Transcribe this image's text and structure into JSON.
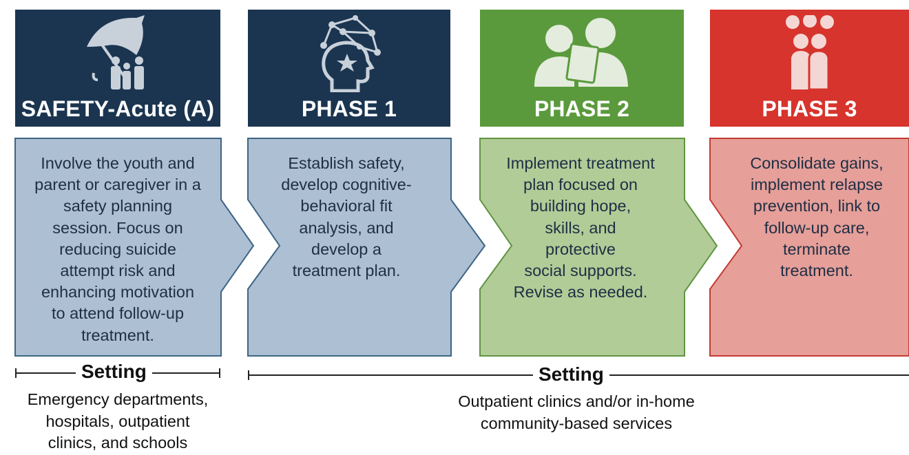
{
  "stages": [
    {
      "title": "SAFETY-Acute (A)",
      "icon": "umbrella-family-icon",
      "header_color": "#1b3550",
      "body_fill": "#adbfd3",
      "body_stroke": "#3d6483",
      "text": [
        "Involve the youth and",
        "parent or caregiver in a",
        "safety planning",
        "session.  Focus on",
        "reducing suicide",
        "attempt risk and",
        "enhancing motivation",
        "to attend follow-up",
        "treatment."
      ]
    },
    {
      "title": "PHASE 1",
      "icon": "brain-network-icon",
      "header_color": "#1b3550",
      "body_fill": "#adbfd3",
      "body_stroke": "#3d6483",
      "text": [
        "Establish safety,",
        "develop cognitive-",
        "behavioral fit",
        "analysis, and",
        "develop a",
        "treatment plan."
      ]
    },
    {
      "title": "PHASE 2",
      "icon": "consultation-people-icon",
      "header_color": "#5a9a3c",
      "body_fill": "#b1cc97",
      "body_stroke": "#5f9441",
      "text": [
        "Implement treatment",
        "plan focused on",
        "building hope,",
        "skills, and",
        "protective",
        "social supports.",
        "Revise as needed."
      ]
    },
    {
      "title": "PHASE 3",
      "icon": "people-group-icon",
      "header_color": "#d6342d",
      "body_fill": "#e69f99",
      "body_stroke": "#c33a33",
      "text": [
        "Consolidate gains,",
        "implement relapse",
        "prevention, link to",
        "follow-up care,",
        "terminate",
        "treatment."
      ]
    }
  ],
  "settings": [
    {
      "heading": "Setting",
      "description": [
        "Emergency departments,",
        "hospitals, outpatient",
        "clinics, and schools"
      ]
    },
    {
      "heading": "Setting",
      "description": [
        "Outpatient clinics and/or in-home",
        "community-based services"
      ]
    }
  ]
}
